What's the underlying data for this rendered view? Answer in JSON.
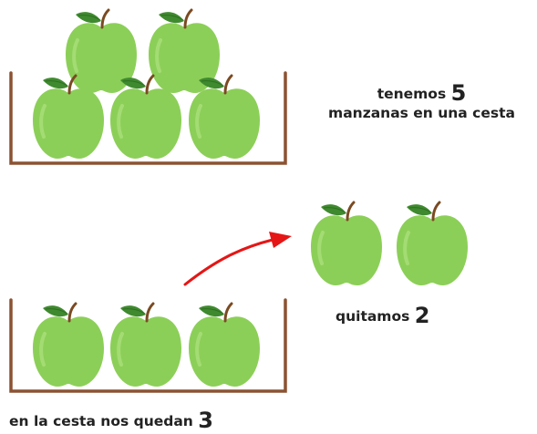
{
  "captions": {
    "top_prefix": "tenemos",
    "top_number": "5",
    "top_suffix": "manzanas en una cesta",
    "removed_prefix": "quitamos",
    "removed_number": "2",
    "remaining_prefix": "en la cesta nos quedan",
    "remaining_number": "3"
  },
  "counts": {
    "apples_start": 5,
    "apples_removed": 2,
    "apples_remaining": 3
  },
  "colors": {
    "apple": "#8ccf58",
    "apple_highlight": "#a4dc74",
    "leaf": "#3f8a2f",
    "stem": "#7a4a22",
    "basket": "#8b5232",
    "arrow": "#e51616"
  }
}
